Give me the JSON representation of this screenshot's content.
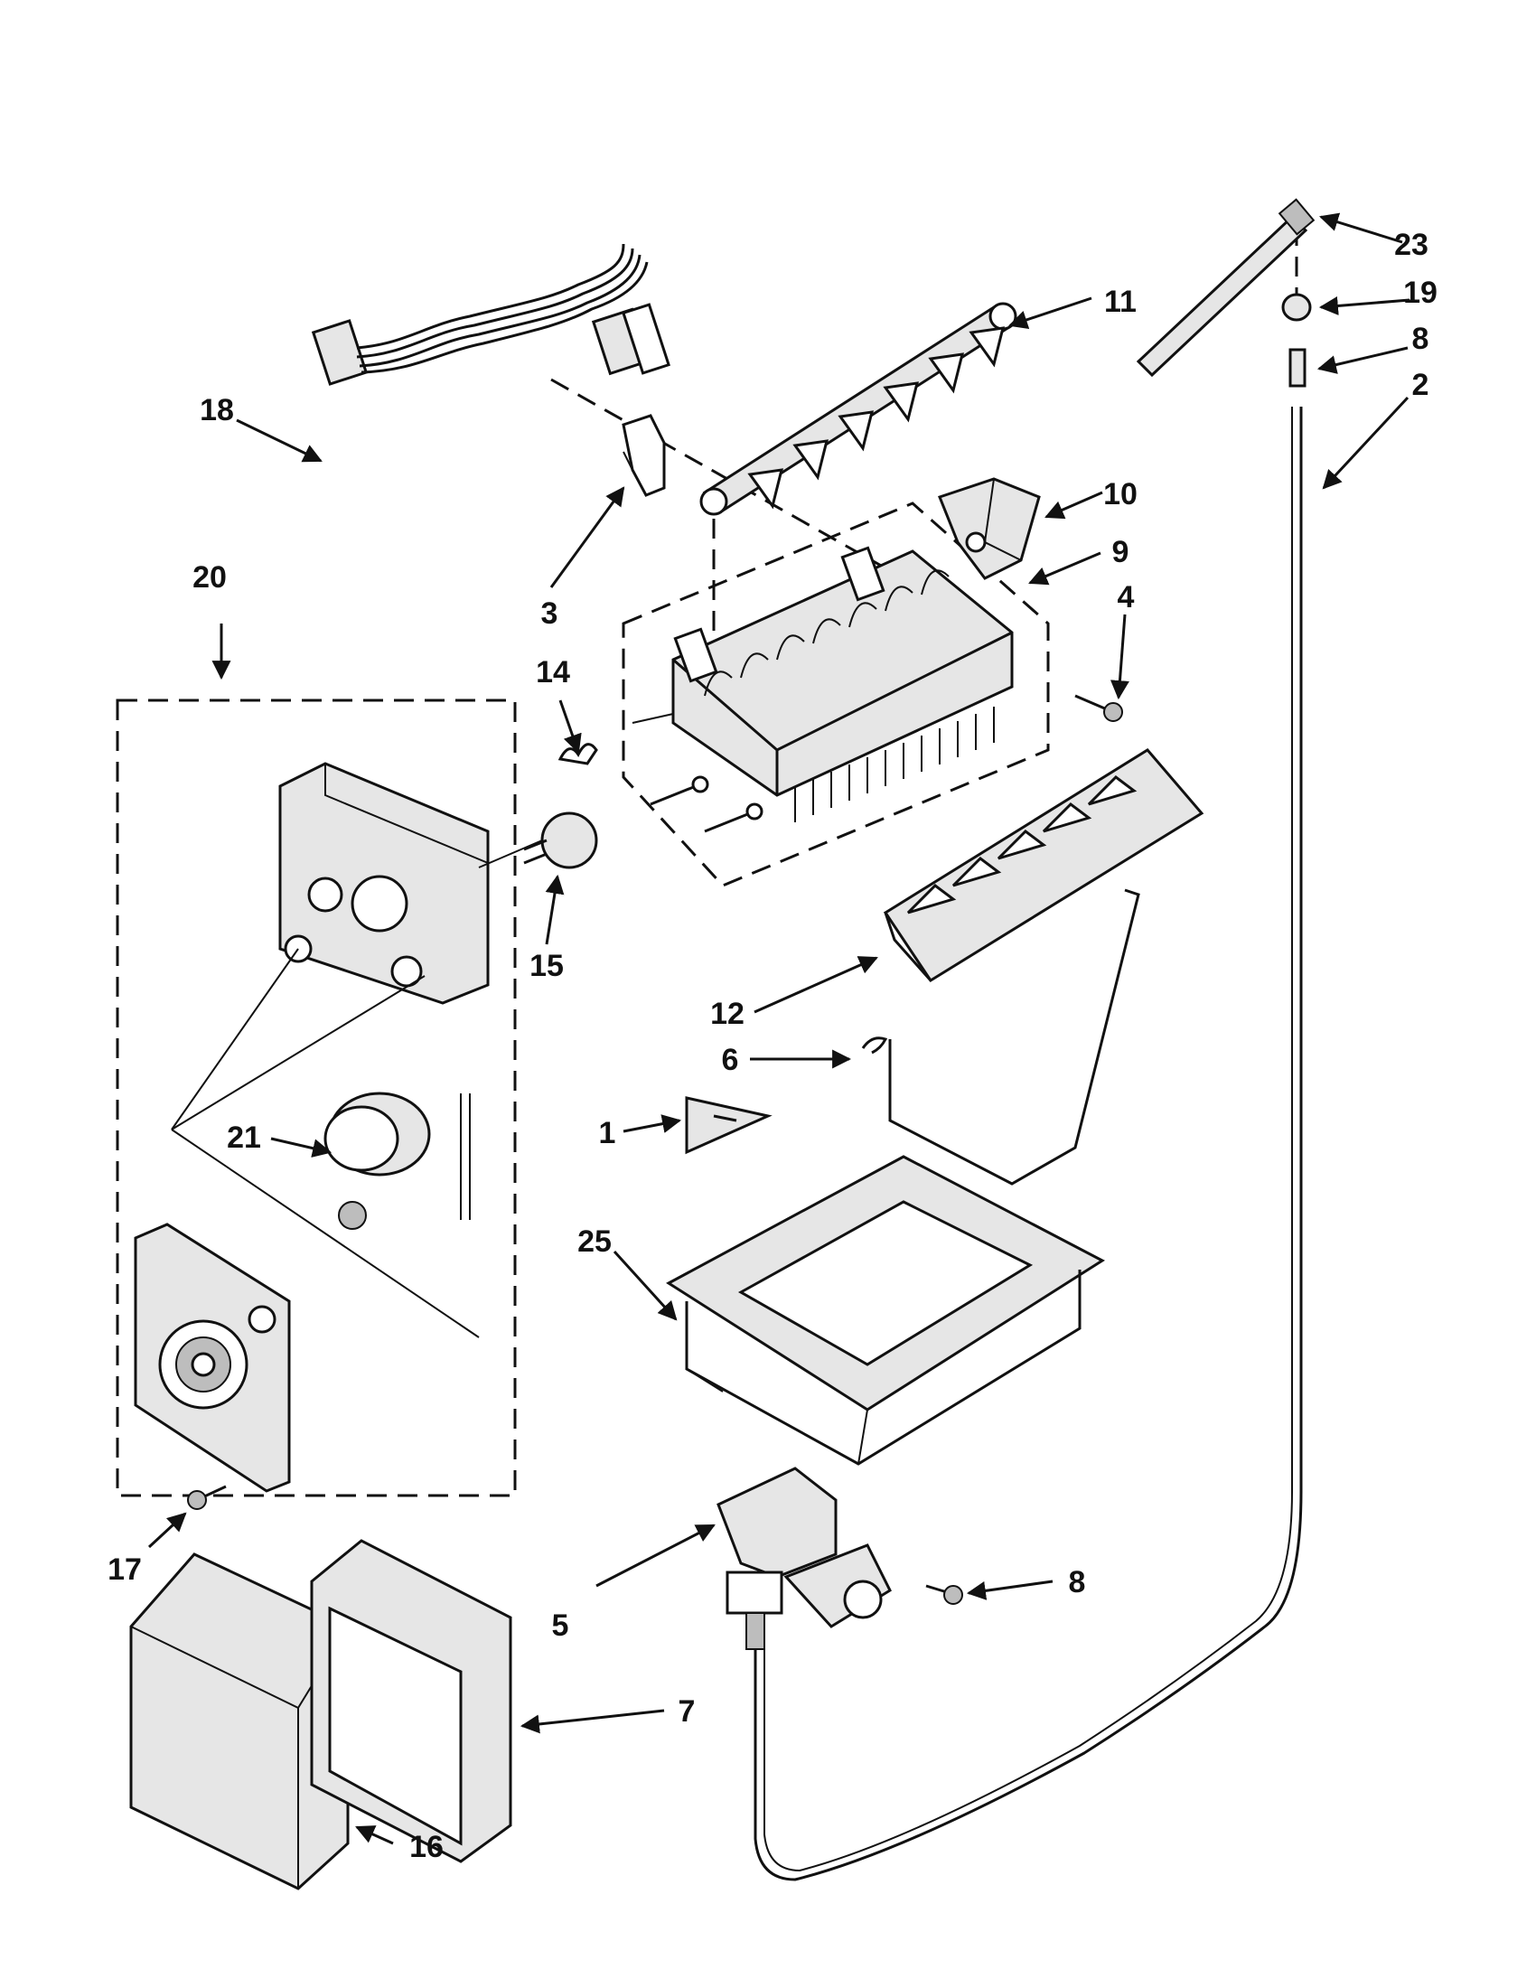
{
  "callouts": [
    {
      "id": "c1",
      "label": "1"
    },
    {
      "id": "c2",
      "label": "2"
    },
    {
      "id": "c3",
      "label": "3"
    },
    {
      "id": "c4",
      "label": "4"
    },
    {
      "id": "c5",
      "label": "5"
    },
    {
      "id": "c6",
      "label": "6"
    },
    {
      "id": "c7",
      "label": "7"
    },
    {
      "id": "c8a",
      "label": "8"
    },
    {
      "id": "c8b",
      "label": "8"
    },
    {
      "id": "c9",
      "label": "9"
    },
    {
      "id": "c10",
      "label": "10"
    },
    {
      "id": "c11",
      "label": "11"
    },
    {
      "id": "c12",
      "label": "12"
    },
    {
      "id": "c14",
      "label": "14"
    },
    {
      "id": "c15",
      "label": "15"
    },
    {
      "id": "c16",
      "label": "16"
    },
    {
      "id": "c17",
      "label": "17"
    },
    {
      "id": "c18",
      "label": "18"
    },
    {
      "id": "c19",
      "label": "19"
    },
    {
      "id": "c20",
      "label": "20"
    },
    {
      "id": "c21",
      "label": "21"
    },
    {
      "id": "c23",
      "label": "23"
    },
    {
      "id": "c25",
      "label": "25"
    }
  ]
}
